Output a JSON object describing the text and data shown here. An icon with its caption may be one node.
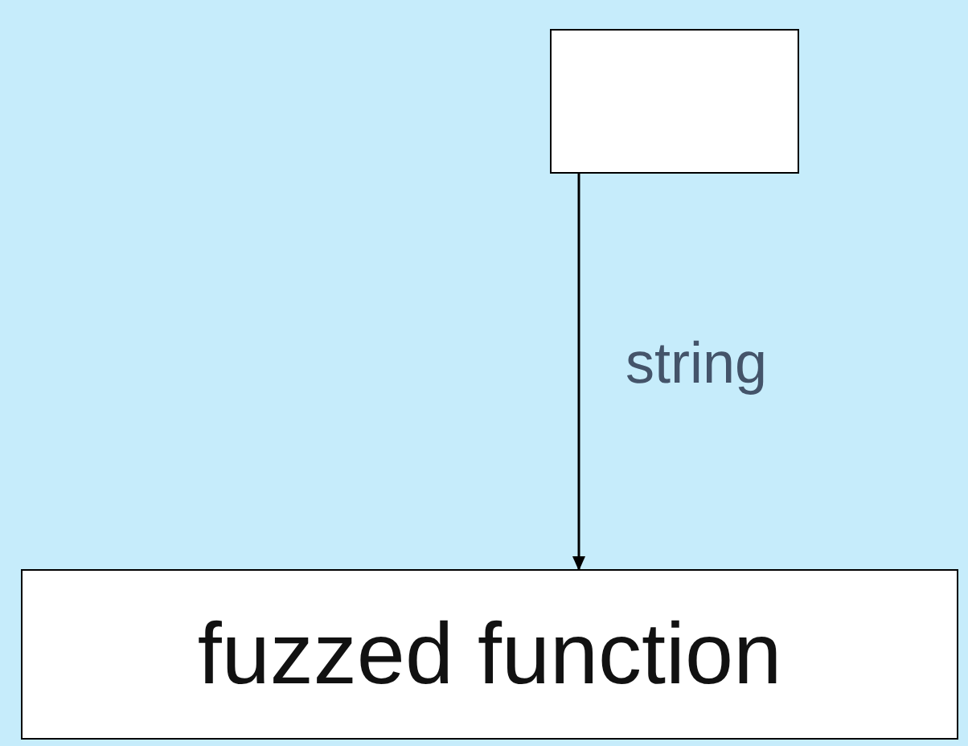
{
  "diagram": {
    "nodes": [
      {
        "text": [],
        "shape": "box"
      },
      {
        "text": [
          "fuzzed function"
        ]
      }
    ],
    "edges": [
      {
        "from": 0,
        "to": 1,
        "arrow": "to",
        "label": "string"
      }
    ]
  }
}
